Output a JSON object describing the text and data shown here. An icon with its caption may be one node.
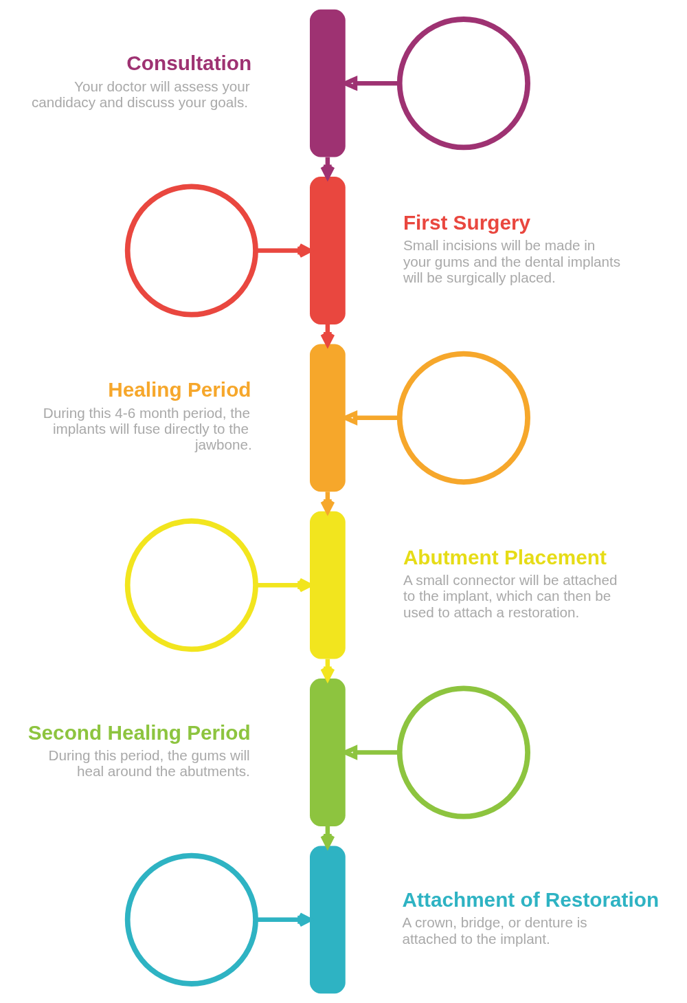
{
  "diagram": {
    "nodes": [
      {
        "text": [],
        "shape": "bar",
        "beside": [
          "Consultation",
          "Your doctor will assess your candidacy and discuss your goals."
        ]
      },
      {
        "text": [],
        "shape": "circle"
      },
      {
        "text": [],
        "shape": "circle"
      },
      {
        "text": [],
        "shape": "bar",
        "beside": [
          "First Surgery",
          "Small incisions will be made in your gums and the dental implants will be surgically placed."
        ]
      },
      {
        "text": [],
        "shape": "bar",
        "beside": [
          "Healing Period",
          "During this 4-6 month period, the implants will fuse directly to the jawbone."
        ]
      },
      {
        "text": [],
        "shape": "circle"
      },
      {
        "text": [],
        "shape": "circle"
      },
      {
        "text": [],
        "shape": "bar",
        "beside": [
          "Abutment Placement",
          "A small connector will be attached to the implant, which can then be used to attach a restoration."
        ]
      },
      {
        "text": [],
        "shape": "bar",
        "beside": [
          "Second Healing Period",
          "During this period, the gums will heal around the abutments."
        ]
      },
      {
        "text": [],
        "shape": "circle"
      },
      {
        "text": [],
        "shape": "circle"
      },
      {
        "text": [],
        "shape": "bar",
        "beside": [
          "Attachment of Restoration",
          "A crown, bridge, or denture is attached to the implant."
        ]
      }
    ],
    "edges": [
      {
        "from": 1,
        "to": 0,
        "arrow": "to",
        "color": "#9e3272"
      },
      {
        "from": 0,
        "to": 3,
        "arrow": "to",
        "color": "#9e3272"
      },
      {
        "from": 2,
        "to": 3,
        "arrow": "to",
        "color": "#e9473f"
      },
      {
        "from": 3,
        "to": 4,
        "arrow": "to",
        "color": "#e9473f"
      },
      {
        "from": 5,
        "to": 4,
        "arrow": "to",
        "color": "#f6a72b"
      },
      {
        "from": 4,
        "to": 7,
        "arrow": "to",
        "color": "#f6a72b"
      },
      {
        "from": 6,
        "to": 7,
        "arrow": "to",
        "color": "#f2e51e"
      },
      {
        "from": 7,
        "to": 8,
        "arrow": "to",
        "color": "#f2e51e"
      },
      {
        "from": 9,
        "to": 8,
        "arrow": "to",
        "color": "#8dc43f"
      },
      {
        "from": 8,
        "to": 11,
        "arrow": "to",
        "color": "#8dc43f"
      },
      {
        "from": 10,
        "to": 11,
        "arrow": "to",
        "color": "#2eb3c3"
      }
    ]
  }
}
